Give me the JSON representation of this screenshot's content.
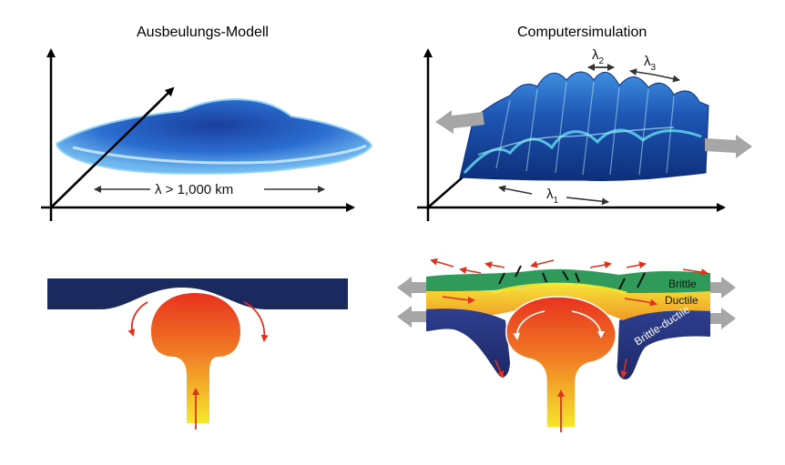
{
  "titles": {
    "left": "Ausbeulungs-Modell",
    "right": "Computersimulation"
  },
  "labels": {
    "lambda_big": "λ > 1,000 km",
    "lambda_1": "λ",
    "lambda_1_sub": "1",
    "lambda_2": "λ",
    "lambda_2_sub": "2",
    "lambda_3": "λ",
    "lambda_3_sub": "3"
  },
  "layers": {
    "brittle": "Brittle",
    "ductile": "Ductile",
    "brittle_ductile": "Brittle-ductile"
  },
  "colors": {
    "bulge_blue": "#1f57b8",
    "slab_navy": "#1b2a5e",
    "plume_red": "#e8321e",
    "plume_yellow": "#f6e82a",
    "brittle_green": "#2f9a5a",
    "ductile_orange": "#f2a526",
    "flow_arrow_red": "#e0301e",
    "extension_arrow_grey": "#a6a6a6"
  }
}
